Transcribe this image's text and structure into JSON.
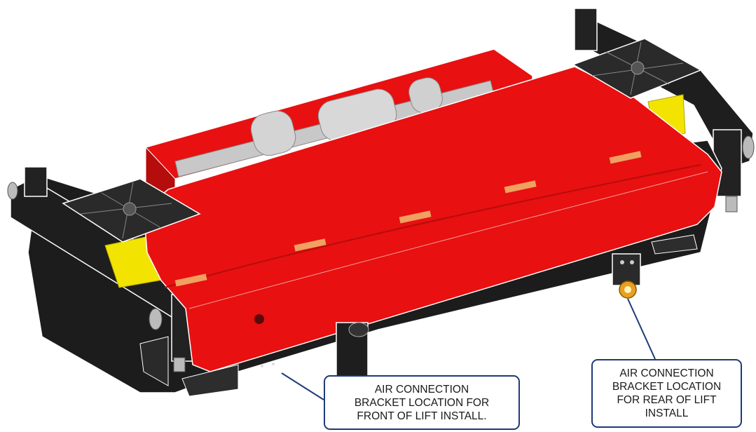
{
  "callouts": {
    "front": {
      "lines": [
        "AIR CONNECTION",
        "BRACKET LOCATION FOR",
        "FRONT OF LIFT INSTALL."
      ]
    },
    "rear": {
      "lines": [
        "AIR CONNECTION",
        "BRACKET LOCATION",
        "FOR REAR OF LIFT",
        "INSTALL"
      ]
    }
  },
  "colors": {
    "body_red": "#e81010",
    "body_red_dark": "#b50c0c",
    "frame_black": "#1e1e1e",
    "frame_grey": "#3a3a3a",
    "pad_dark": "#2a2a2a",
    "yellow_block": "#f2e400",
    "orange_stripe": "#f0a060",
    "roller_grey": "#c8c8c8",
    "fitting_orange": "#e8a020",
    "callout_border": "#1f3a78",
    "leader_line": "#1f3a78"
  }
}
